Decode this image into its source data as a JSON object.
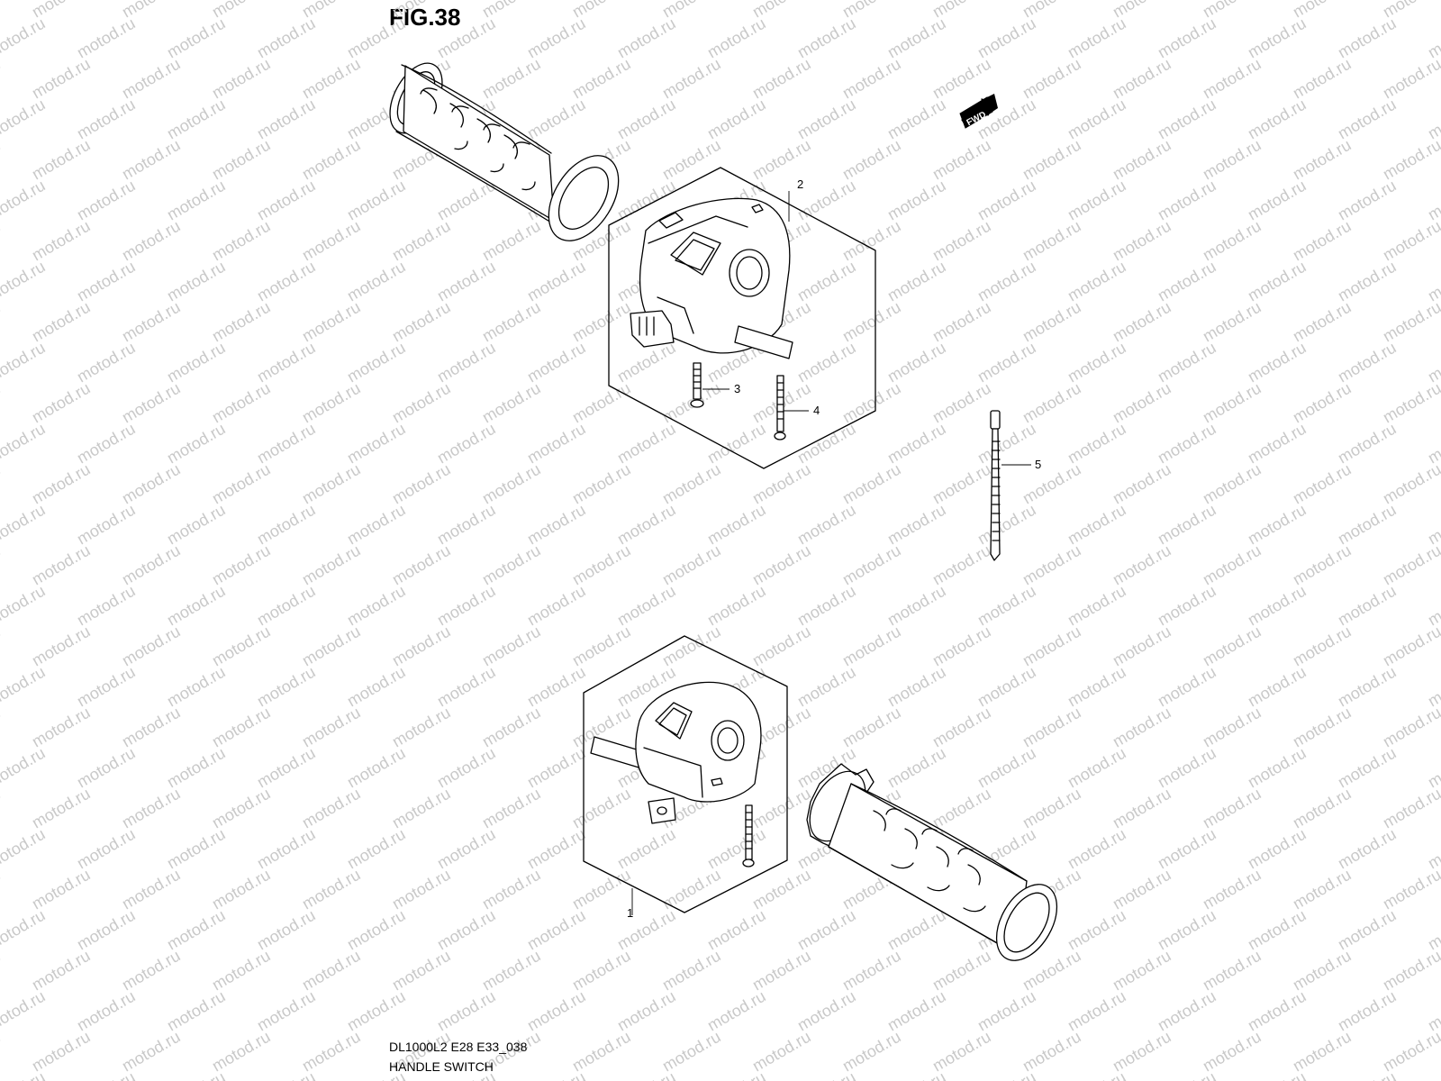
{
  "figure": {
    "title": "FIG.38",
    "code": "DL1000L2 E28 E33_038",
    "name": "HANDLE SWITCH"
  },
  "watermark": "motod.ru",
  "fwd_label": "FWD",
  "callouts": [
    "1",
    "2",
    "3",
    "4",
    "5"
  ]
}
